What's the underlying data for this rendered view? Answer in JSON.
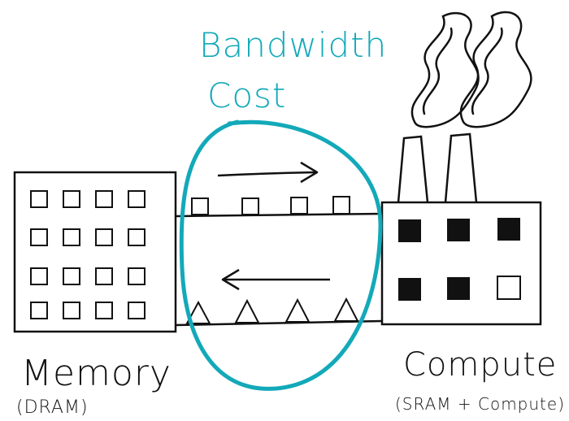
{
  "title_line1": "Bandwidth",
  "title_line2": "Cost",
  "memory": {
    "label": "Memory",
    "sublabel": "(DRAM)"
  },
  "compute": {
    "label": "Compute",
    "sublabel": "(SRAM + Compute)"
  },
  "colors": {
    "accent": "#13a9b9",
    "ink": "#111111"
  },
  "icons": {
    "memory_building": "memory-building-icon",
    "factory": "factory-icon",
    "smoke": "smoke-icon",
    "right_arrow": "arrow-right-icon",
    "left_arrow": "arrow-left-icon"
  }
}
